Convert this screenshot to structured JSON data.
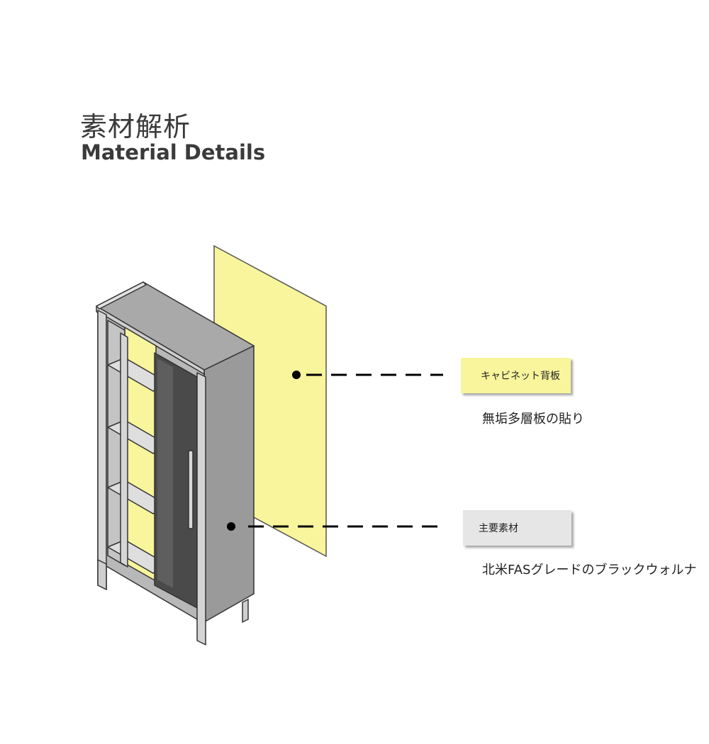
{
  "header": {
    "title_jp": "素材解析",
    "title_en": "Material Details"
  },
  "callouts": [
    {
      "label": "キャビネット背板",
      "description": "無垢多層板の貼り",
      "tag_color": "#f8f59c"
    },
    {
      "label": "主要素材",
      "description": "北米FASグレードのブラックウォルナ",
      "tag_color": "#e6e6e6"
    }
  ],
  "colors": {
    "back_panel": "#f8f59c",
    "cabinet_body": "#9b9b9b",
    "glass_door": "#4a4a4a",
    "outline": "#333333"
  }
}
